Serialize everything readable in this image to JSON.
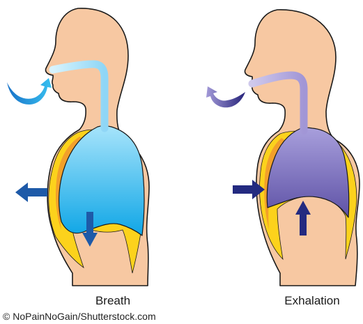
{
  "labels": {
    "breath": "Breath",
    "exhalation": "Exhalation"
  },
  "credit": "© NoPainNoGain/Shutterstock.com",
  "colors": {
    "skin": "#f7c8a2",
    "outline": "#1a1a1a",
    "pleura_yellow": "#fcd21c",
    "pleura_orange": "#f2a02a",
    "lung_inhale": "#1eb4ee",
    "lung_exhale": "#6f64b3",
    "airway_inhale": "#a9e2f8",
    "airway_exhale": "#b0a6da",
    "arrow_blue": "#1e5aa8",
    "arrow_navy": "#232a80",
    "air_in": "#2aa8e8",
    "air_out": "#8a80c8"
  }
}
